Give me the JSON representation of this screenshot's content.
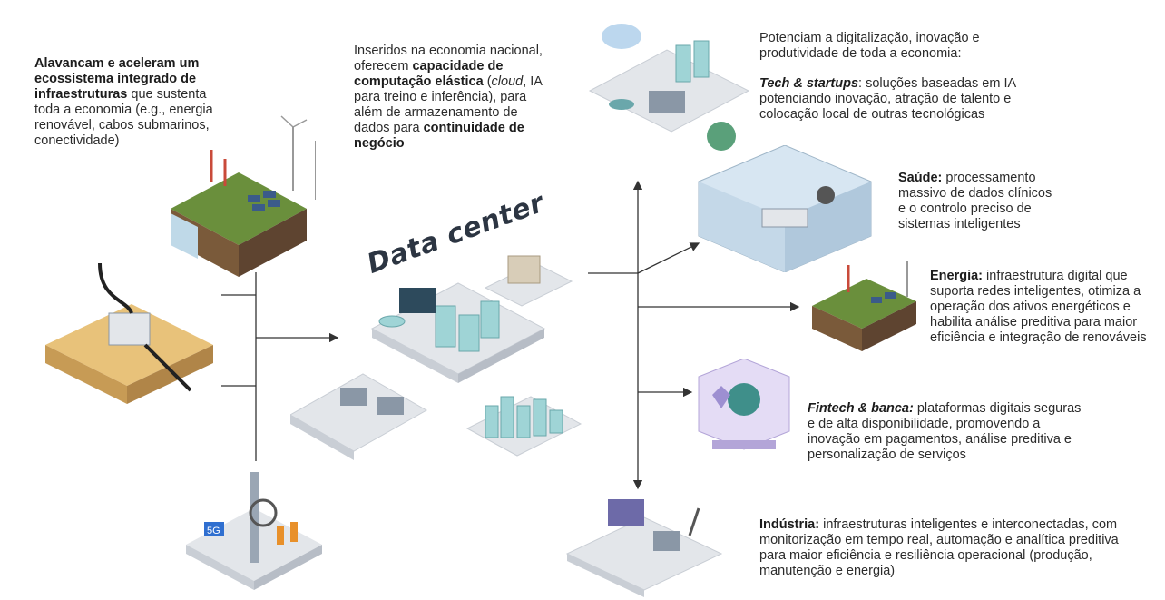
{
  "left_block": {
    "bold_a": "Alavancam e aceleram um ecossistema integrado de infraestruturas",
    "rest": "que sustenta toda a economia (e.g., energia renovável, cabos submarinos, conectividade)"
  },
  "center_block": {
    "t1": "Inseridos na economia nacional, oferecem",
    "b1": "capacidade de computação elástica",
    "t2": "(",
    "i1": "cloud",
    "t3": ", IA para treino e inferência), para além de armazenamento de dados para",
    "b2": "continuidade de negócio"
  },
  "data_center_label": "Data center",
  "top_right": {
    "intro": "Potenciam a  digitalização, inovação e produtividade de toda a economia:",
    "bold": "Tech & startups",
    "text": ": soluções baseadas em IA potenciando inovação, atração de talento e colocação local de outras tecnológicas"
  },
  "saude": {
    "bold": "Saúde:",
    "text": "processamento massivo de dados clínicos e o controlo preciso de sistemas inteligentes"
  },
  "energia": {
    "bold": "Energia:",
    "text": "infraestrutura digital que suporta redes inteligentes, otimiza a operação dos ativos energéticos e habilita análise preditiva para maior eficiência e integração de renováveis"
  },
  "fintech": {
    "bold": "Fintech & banca:",
    "text": "plataformas digitais seguras e de alta disponibilidade, promovendo a inovação em pagamentos, análise preditiva e personalização de serviços"
  },
  "industria": {
    "bold": "Indústria:",
    "text": "infraestruturas inteligentes e interconectadas, com monitorização em tempo real, automação e analítica preditiva para maior eficiência e resiliência operacional (produção, manutenção e energia)"
  },
  "icon_5g_label": "5G",
  "colors": {
    "grass": "#6a8f3c",
    "soil": "#7a5a3a",
    "platform": "#e3e6ea",
    "building": "#9fd4d6",
    "line": "#333333"
  }
}
